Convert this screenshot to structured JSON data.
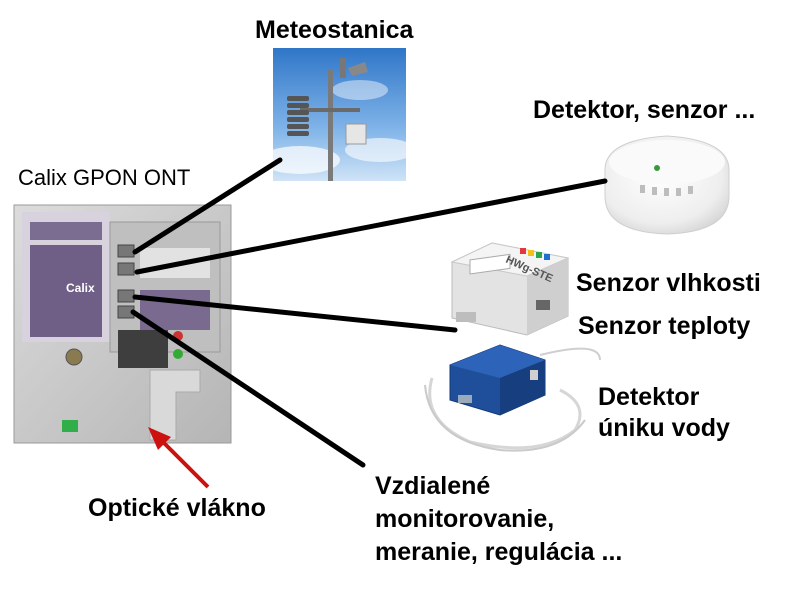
{
  "labels": {
    "meteostanica": "Meteostanica",
    "detektor_senzor": "Detektor, senzor ...",
    "calix_ont": "Calix GPON ONT",
    "senzor_vlhkosti": "Senzor vlhkosti",
    "senzor_teploty": "Senzor teploty",
    "detektor_line1": "Detektor",
    "detektor_line2": "úniku vody",
    "opticke_vlakno": "Optické vlákno",
    "vzdialene_line1": "Vzdialené",
    "vzdialene_line2": "monitorovanie,",
    "vzdialene_line3": "meranie, regulácia ..."
  },
  "device": {
    "brand": "Calix",
    "sensor_brand": "HWg-STE"
  },
  "colors": {
    "arrow": "#cc1111",
    "connector_line": "#000000",
    "ont_body": "#c9c9c9",
    "ont_panel": "#6f5f86",
    "sensor_blue": "#1f4f9a",
    "sky": "#4a8fd6"
  }
}
